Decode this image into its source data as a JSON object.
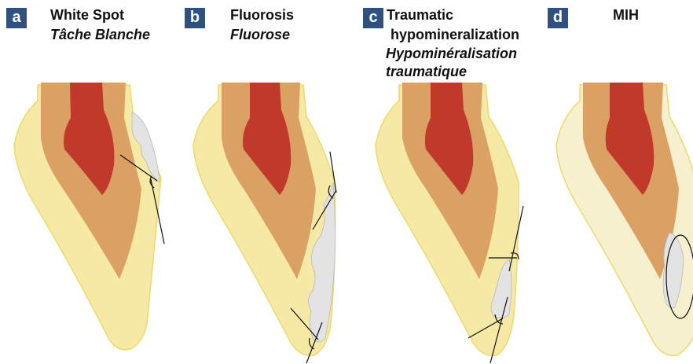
{
  "panels": [
    {
      "letter": "a",
      "title": "White Spot",
      "subtitle": "Tâche Blanche"
    },
    {
      "letter": "b",
      "title": "Fluorosis",
      "subtitle": "Fluorose"
    },
    {
      "letter": "c",
      "title_line1": "Traumatic",
      "title_line2": "hypomineralization",
      "subtitle_line1": "Hypominéralisation",
      "subtitle_line2": "traumatique"
    },
    {
      "letter": "d",
      "title": "MIH"
    }
  ],
  "colors": {
    "badge": "#2e5182",
    "enamel": "#f6e9a6",
    "enamel_outline": "#ecd96a",
    "dentin": "#dba064",
    "pulp": "#c0392b",
    "lesion": "#e3e3e3",
    "mih_enamel": "#f7f0cf",
    "line": "#111111"
  }
}
